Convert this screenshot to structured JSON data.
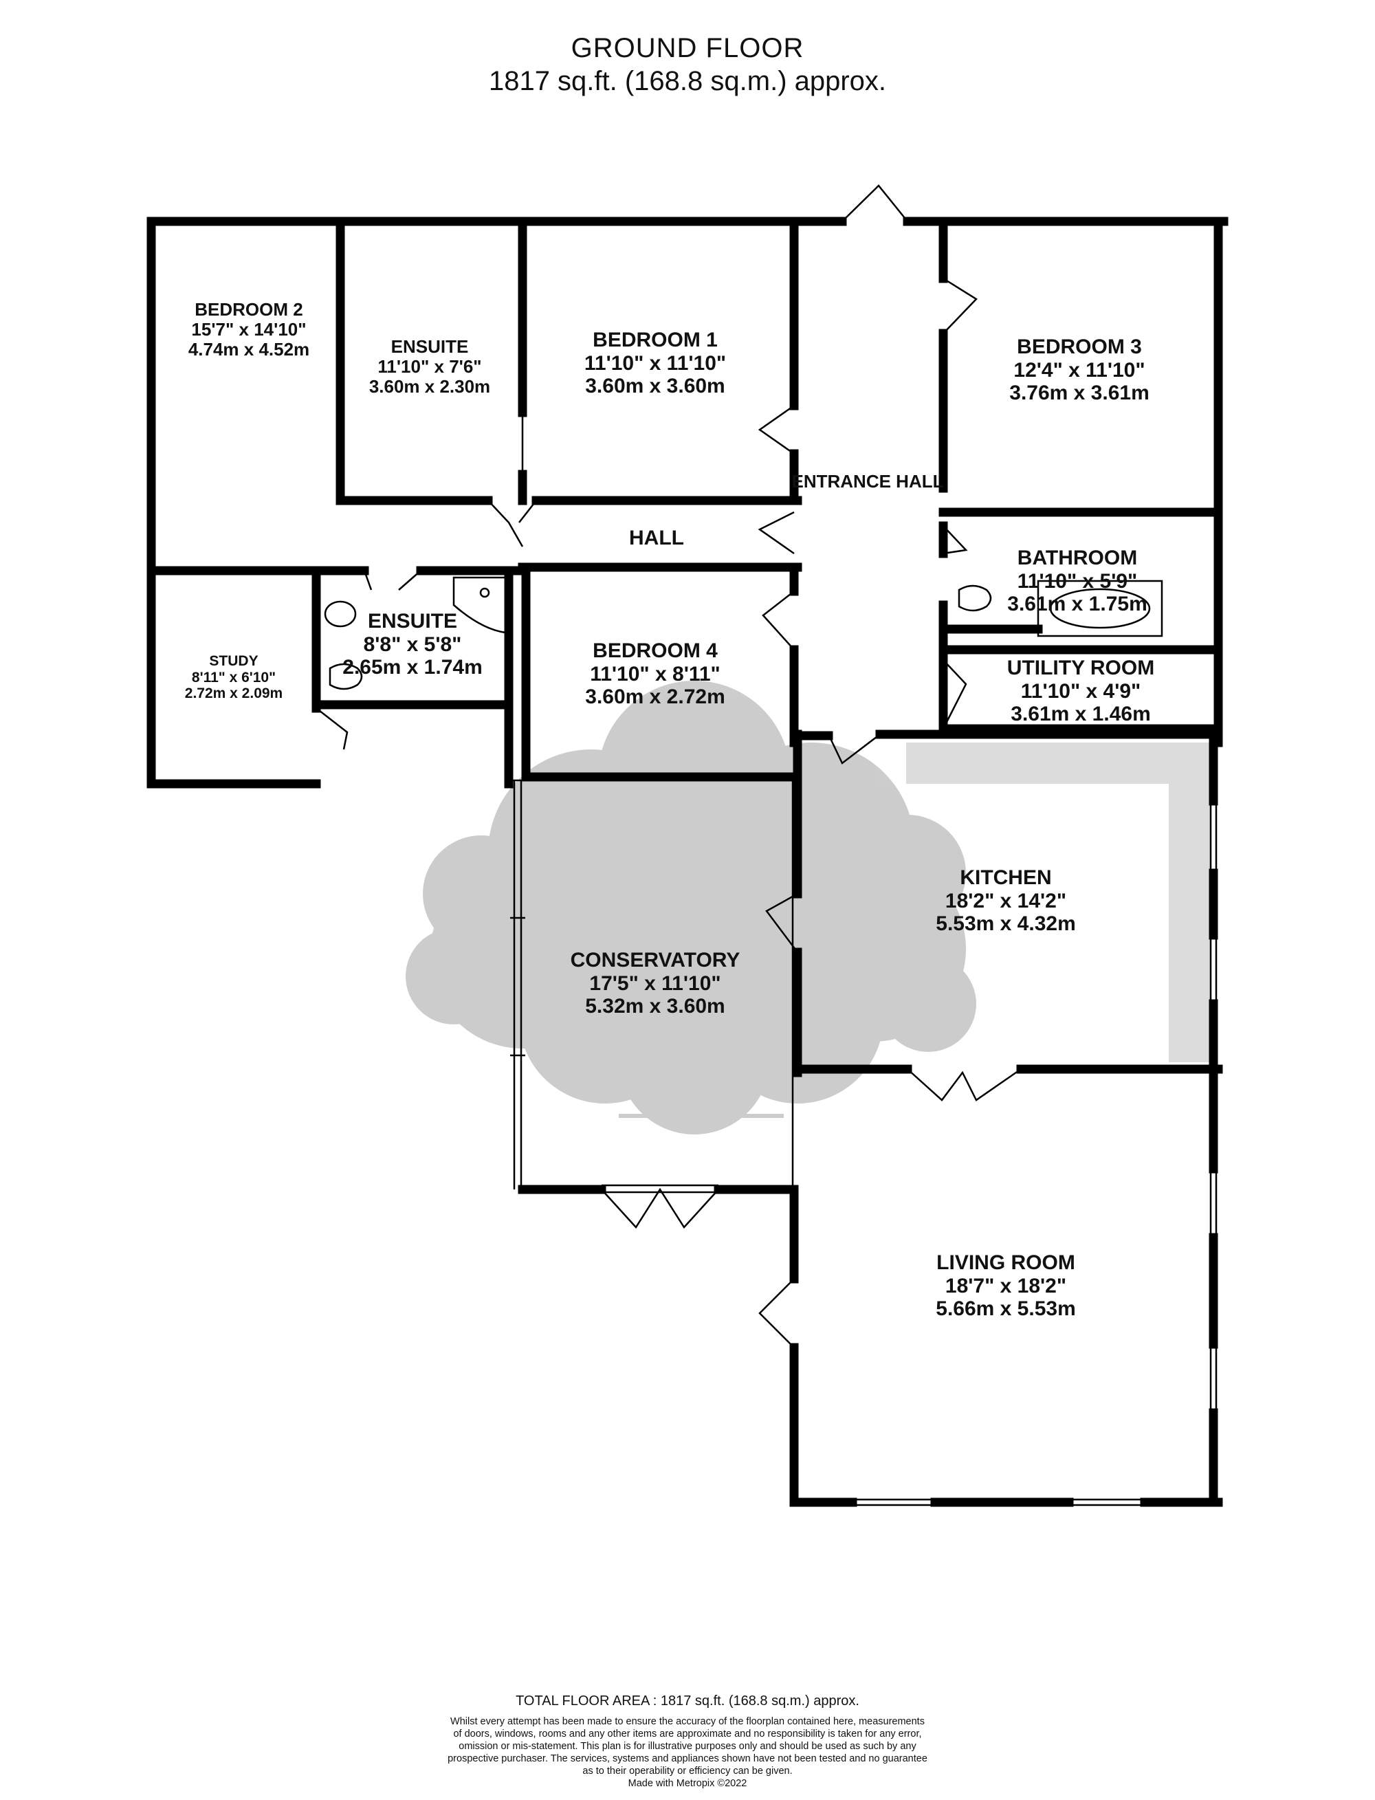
{
  "header": {
    "title": "GROUND FLOOR",
    "area": "1817 sq.ft. (168.8 sq.m.) approx."
  },
  "rooms": {
    "bedroom2": {
      "name": "BEDROOM 2",
      "imperial": "15'7\"  x 14'10\"",
      "metric": "4.74m  x 4.52m"
    },
    "ensuite1": {
      "name": "ENSUITE",
      "imperial": "11'10\"  x 7'6\"",
      "metric": "3.60m  x 2.30m"
    },
    "bedroom1": {
      "name": "BEDROOM 1",
      "imperial": "11'10\"  x 11'10\"",
      "metric": "3.60m  x 3.60m"
    },
    "bedroom3": {
      "name": "BEDROOM 3",
      "imperial": "12'4\"  x 11'10\"",
      "metric": "3.76m  x 3.61m"
    },
    "entrance_hall": {
      "name": "ENTRANCE HALL"
    },
    "hall": {
      "name": "HALL"
    },
    "bathroom": {
      "name": "BATHROOM",
      "imperial": "11'10\"  x 5'9\"",
      "metric": "3.61m  x 1.75m"
    },
    "study": {
      "name": "STUDY",
      "imperial": "8'11\"  x 6'10\"",
      "metric": "2.72m  x 2.09m"
    },
    "ensuite2": {
      "name": "ENSUITE",
      "imperial": "8'8\"  x 5'8\"",
      "metric": "2.65m  x 1.74m"
    },
    "bedroom4": {
      "name": "BEDROOM 4",
      "imperial": "11'10\"  x 8'11\"",
      "metric": "3.60m  x 2.72m"
    },
    "utility": {
      "name": "UTILITY ROOM",
      "imperial": "11'10\"  x 4'9\"",
      "metric": "3.61m  x 1.46m"
    },
    "kitchen": {
      "name": "KITCHEN",
      "imperial": "18'2\"  x 14'2\"",
      "metric": "5.53m  x 4.32m"
    },
    "conservatory": {
      "name": "CONSERVATORY",
      "imperial": "17'5\"  x 11'10\"",
      "metric": "5.32m  x 3.60m"
    },
    "living": {
      "name": "LIVING ROOM",
      "imperial": "18'7\"  x 18'2\"",
      "metric": "5.66m  x 5.53m"
    }
  },
  "footer": {
    "total": "TOTAL FLOOR AREA : 1817 sq.ft. (168.8 sq.m.) approx.",
    "lines": [
      "Whilst every attempt has been made to ensure the accuracy of the floorplan contained here, measurements",
      "of doors, windows, rooms and any other items are approximate and no responsibility is taken for any error,",
      "omission or mis-statement. This plan is for illustrative purposes only and should be used as such by any",
      "prospective purchaser. The services, systems and appliances shown have not been tested and no guarantee",
      "as to their operability or efficiency can be given.",
      "Made with Metropix ©2022"
    ]
  },
  "colors": {
    "wall": "#000000",
    "fill": "#dcdcdc",
    "tree": "#c4c4c4",
    "background": "#ffffff"
  }
}
